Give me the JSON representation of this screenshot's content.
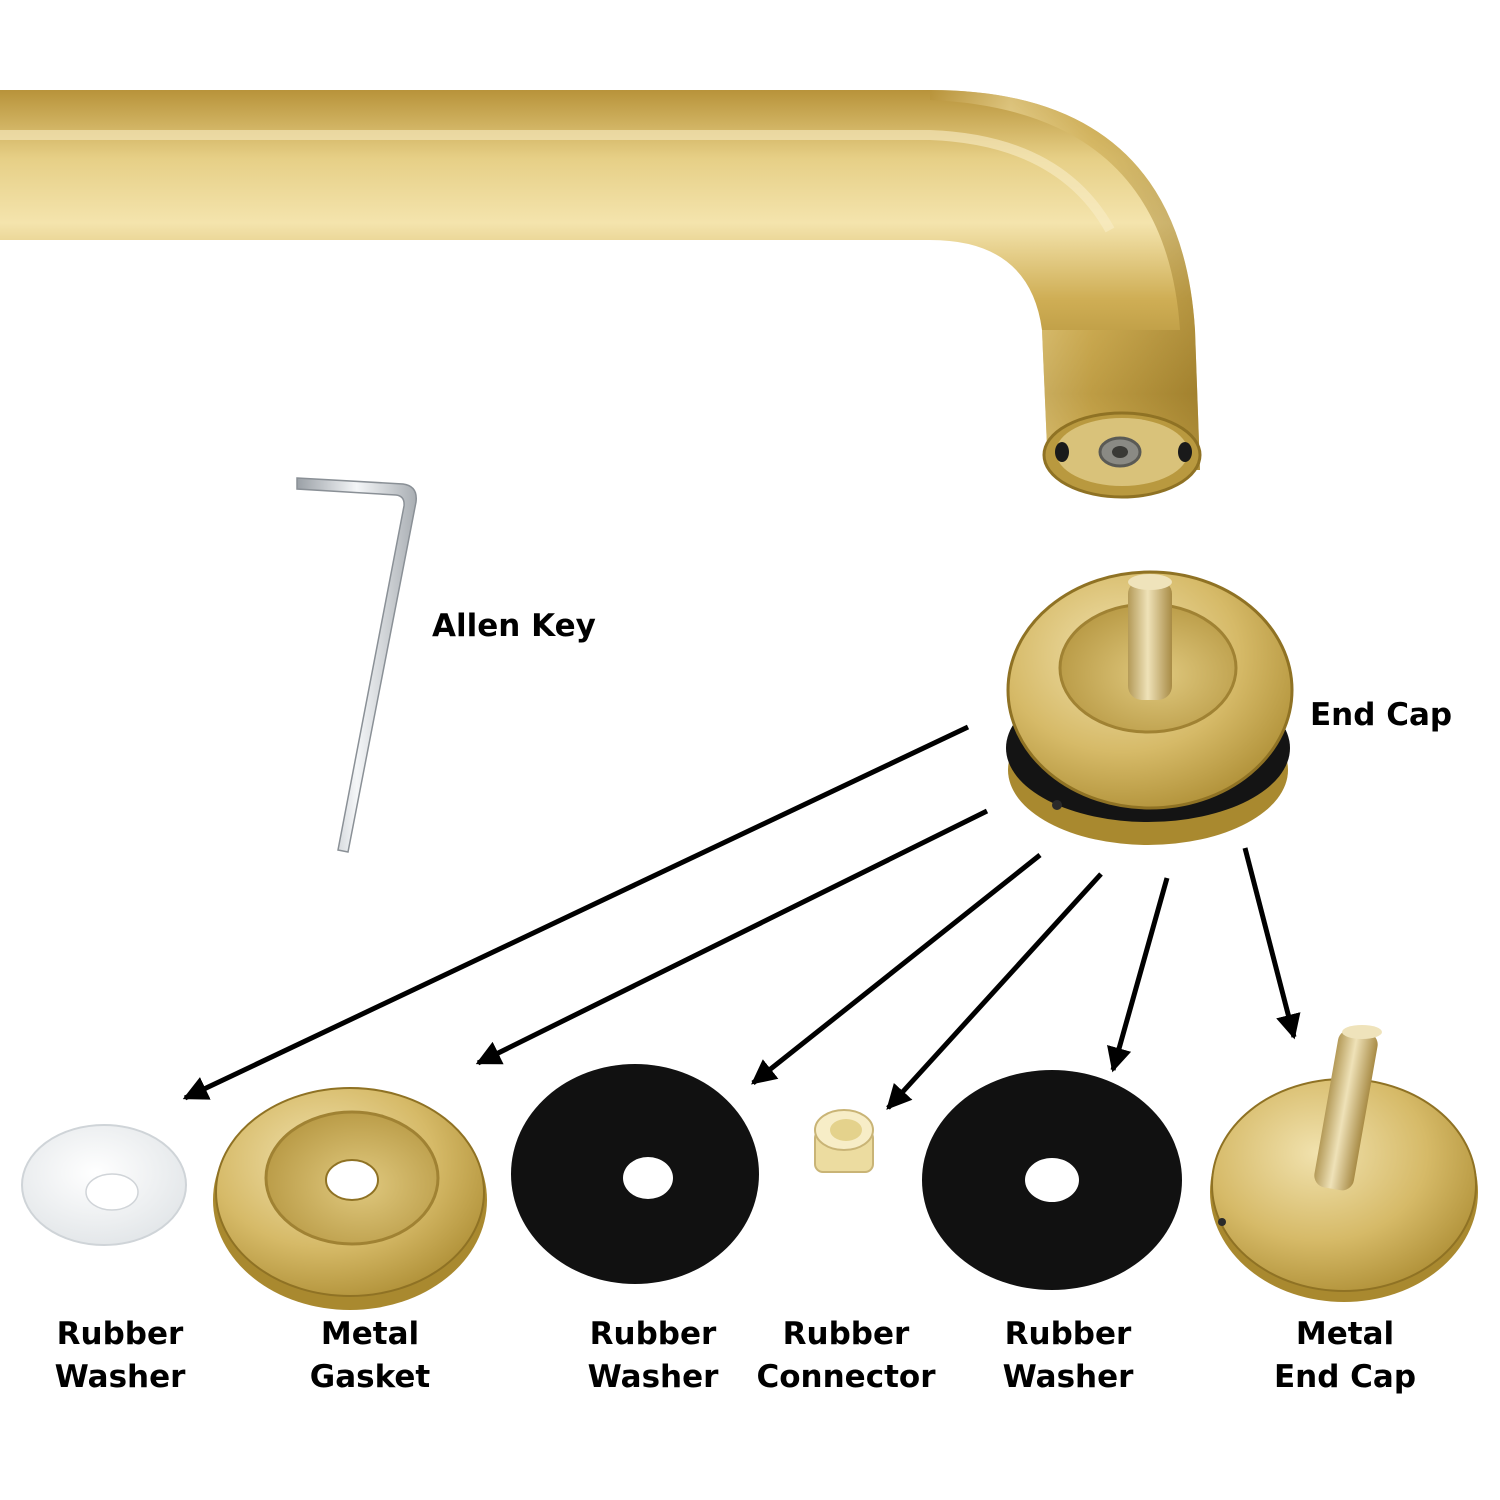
{
  "labels": {
    "allen_key": "Allen Key",
    "end_cap": "End Cap",
    "parts": [
      {
        "line1": "Rubber",
        "line2": "Washer"
      },
      {
        "line1": "Metal",
        "line2": "Gasket"
      },
      {
        "line1": "Rubber",
        "line2": "Washer"
      },
      {
        "line1": "Rubber",
        "line2": "Connector"
      },
      {
        "line1": "Rubber",
        "line2": "Washer"
      },
      {
        "line1": "Metal",
        "line2": "End Cap"
      }
    ]
  },
  "colors": {
    "brass_light": "#e9d89a",
    "brass_mid": "#c9a94e",
    "brass_dark": "#8f7224",
    "rubber": "#111111",
    "clear_washer": "#eef0f2",
    "connector": "#f2e6b0",
    "steel": "#c8ccd0",
    "arrow": "#000000"
  }
}
